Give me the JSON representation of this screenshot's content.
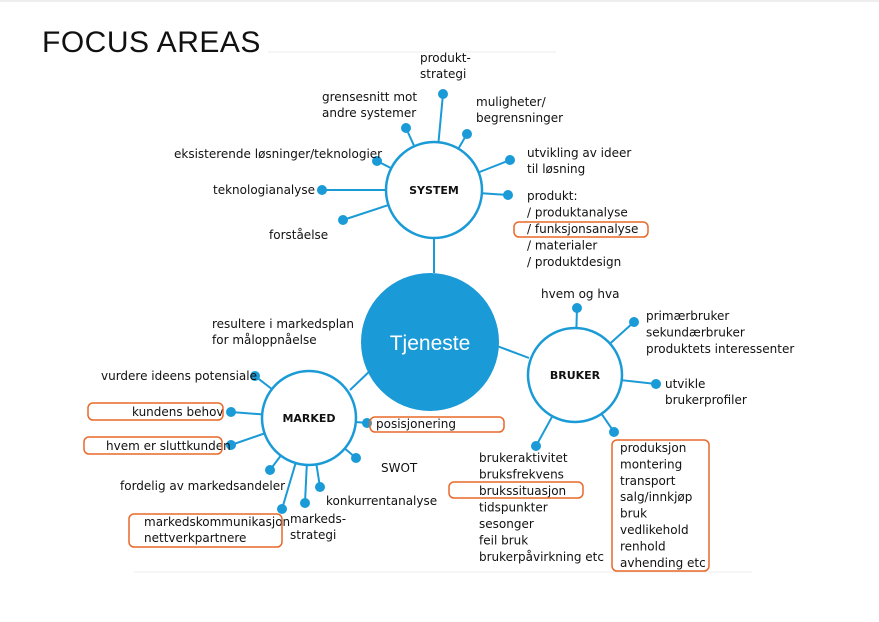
{
  "heading": "FOCUS AREAS",
  "colors": {
    "accent": "#1a9ad6",
    "highlight": "#e8692a",
    "text": "#111111"
  },
  "center": "Tjeneste",
  "hubs": {
    "system": "SYSTEM",
    "bruker": "BRUKER",
    "marked": "MARKED"
  },
  "system_labels": {
    "produktstrategi": [
      "produkt-",
      "strategi"
    ],
    "grensesnitt": [
      "grensesnitt mot",
      "andre systemer"
    ],
    "muligheter": [
      "muligheter/",
      "begrensninger"
    ],
    "eksisterende": [
      "eksisterende løsninger/teknologier"
    ],
    "utvikling": [
      "utvikling av ideer",
      "til løsning"
    ],
    "teknologianalyse": [
      "teknologianalyse"
    ],
    "forstaelse": [
      "forståelse"
    ],
    "produkt": [
      "produkt:",
      "/ produktanalyse",
      "/ funksjonsanalyse",
      "/ materialer",
      "/ produktdesign"
    ]
  },
  "bruker_labels": {
    "hvem": [
      "hvem og hva"
    ],
    "primaer": [
      "primærbruker",
      "sekundærbruker",
      "produktets interessenter"
    ],
    "utvikle": [
      "utvikle",
      "brukerprofiler"
    ],
    "brukeraktivitet": [
      "brukeraktivitet",
      "bruksfrekvens",
      "brukssituasjon",
      "tidspunkter",
      "sesonger",
      "feil bruk",
      "brukerpåvirkning etc"
    ],
    "produksjon": [
      "produksjon",
      "montering",
      "transport",
      "salg/innkjøp",
      "bruk",
      "vedlikehold",
      "renhold",
      "avhending etc"
    ]
  },
  "marked_labels": {
    "resultere": [
      "resultere i markedsplan",
      "for måloppnåelse"
    ],
    "vurdere": [
      "vurdere ideens potensiale"
    ],
    "kundens": [
      "kundens behov"
    ],
    "hvem": [
      "hvem er sluttkunden"
    ],
    "posisjonering": [
      "posisjonering"
    ],
    "swot": [
      "SWOT"
    ],
    "fordelig": [
      "fordelig av markedsandeler"
    ],
    "konkurrent": [
      "konkurrentanalyse"
    ],
    "kommunikasjon": [
      "markedskommunikasjon",
      "nettverkpartnere"
    ],
    "markedsstrategi": [
      "markeds-",
      "strategi"
    ]
  }
}
